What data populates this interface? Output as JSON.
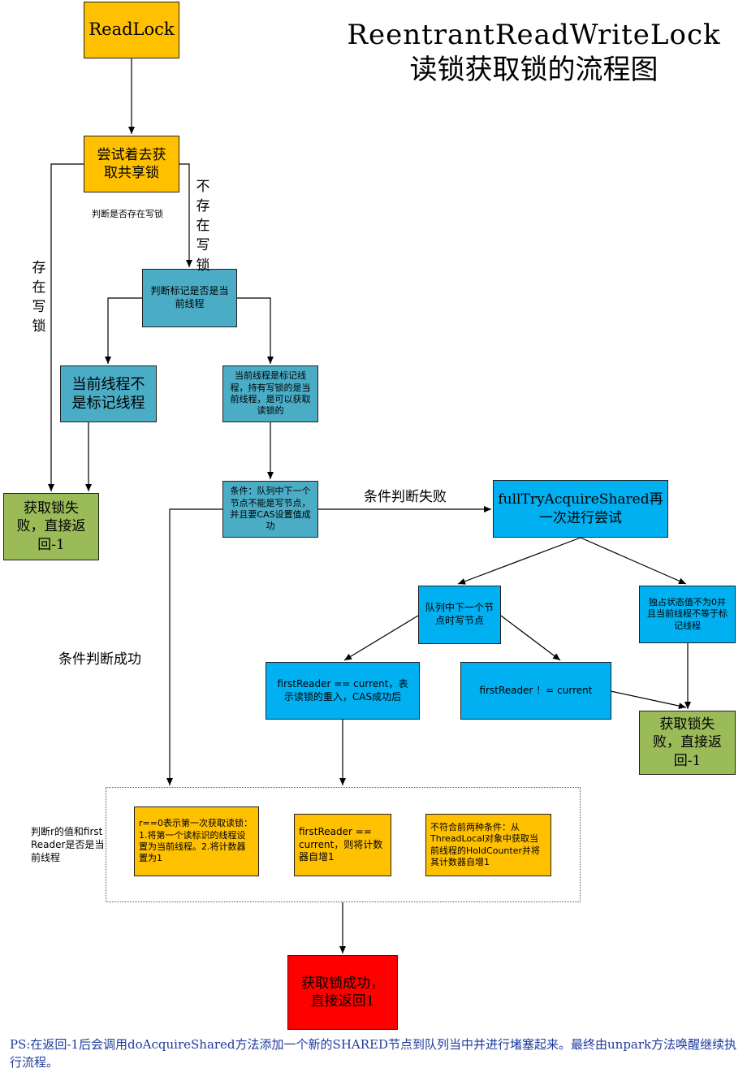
{
  "title": {
    "line1": "ReentrantReadWriteLock",
    "line2": "读锁获取锁的流程图"
  },
  "nodes": {
    "readlock": "ReadLock",
    "try_shared": "尝试着去获取共享锁",
    "check_mark": "判断标记是否是当前线程",
    "not_mark": "当前线程不是标记线程",
    "is_mark": "当前线程是标记线程，持有写锁的是当前线程，是可以获取读锁的",
    "fail_left": "获取锁失败，直接返回-1",
    "condition": "条件：队列中下一个节点不能是写节点，并且要CAS设置值成功",
    "full_try": "fullTryAcquireShared再一次进行尝试",
    "next_writer": "队列中下一个节点时写节点",
    "exclusive": "独占状态值不为0并且当前线程不等于标记线程",
    "first_eq": "firstReader == current，表示读锁的重入，CAS成功后",
    "first_ne": "firstReader ！= current",
    "fail_right": "获取锁失败，直接返回-1",
    "r_zero": "r==0表示第一次获取读锁：1.将第一个读标识的线程设置为当前线程。2.将计数器置为1",
    "first_inc": "firstReader == current，则将计数器自增1",
    "other": "不符合前两种条件：从ThreadLocal对象中获取当前线程的HoldCounter并将其计数器自增1",
    "success": "获取锁成功，直接返回1"
  },
  "edge_labels": {
    "check_write": "判断是否存在写锁",
    "no_write": "不存在写锁",
    "has_write": "存在写锁",
    "cond_fail": "条件判断失败",
    "cond_success": "条件判断成功",
    "judge_r": "判断r的值和firstReader是否是当前线程"
  },
  "footnote": "PS:在返回-1后会调用doAcquireShared方法添加一个新的SHARED节点到队列当中并进行堵塞起来。最终由unpark方法唤醒继续执行流程。",
  "colors": {
    "orange": "#FFC000",
    "teal": "#4BACC6",
    "blue": "#00B0F0",
    "green": "#9BBB59",
    "red": "#FF0000",
    "footnote": "#1F3A9E"
  }
}
